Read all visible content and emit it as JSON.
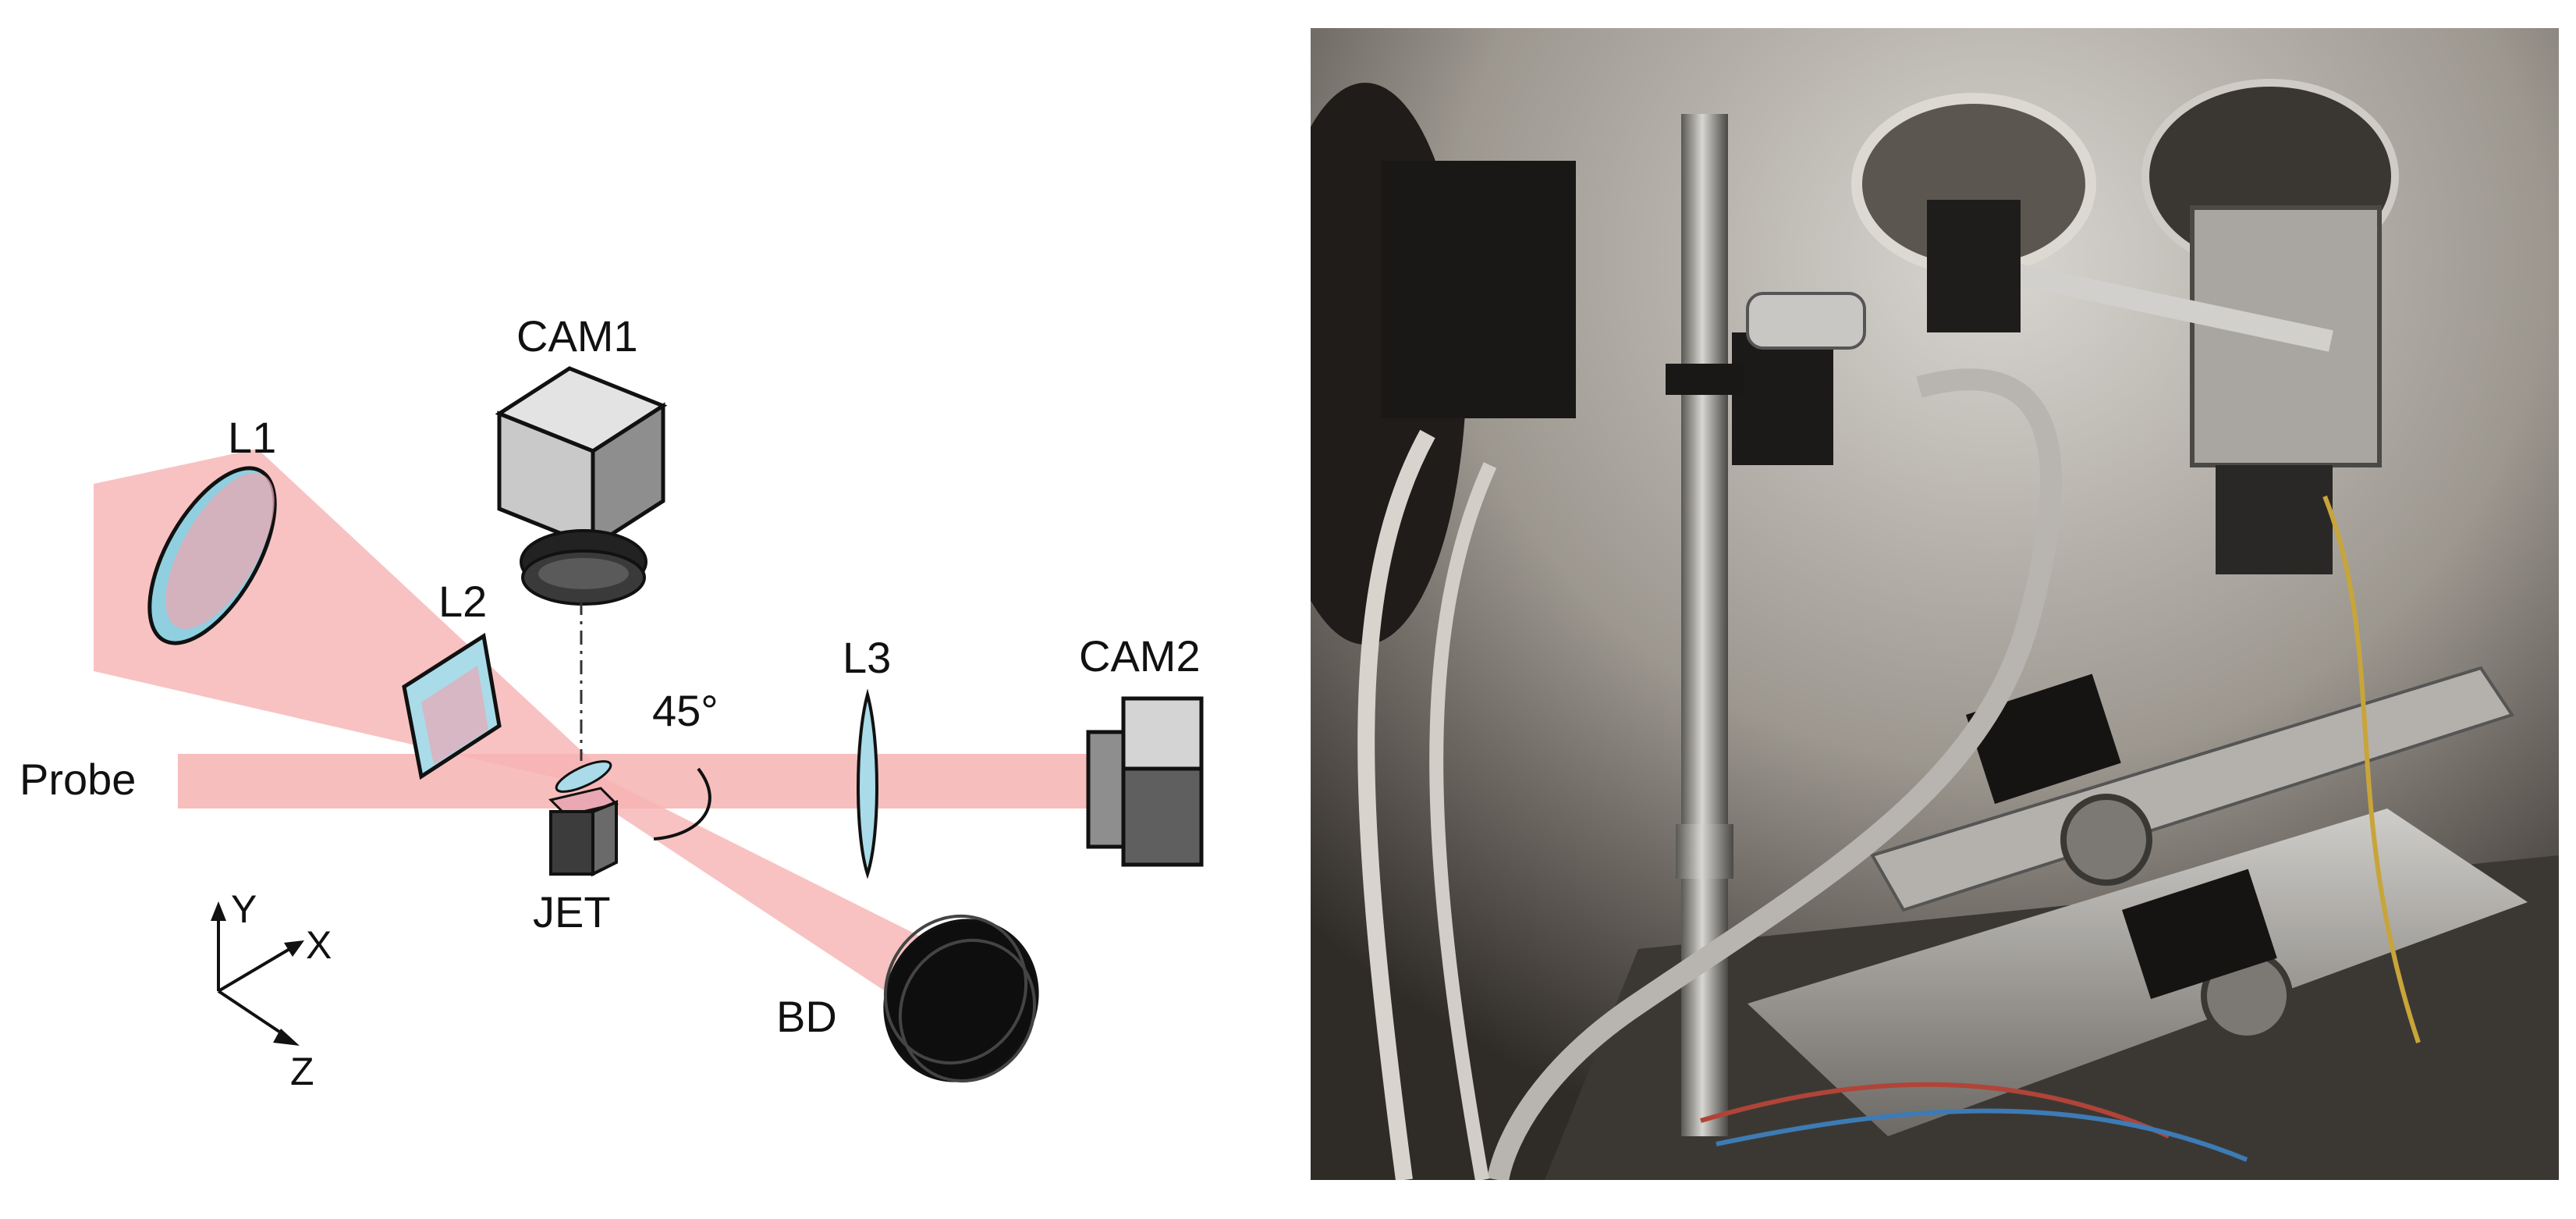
{
  "diagram": {
    "labels": {
      "cam1": "CAM1",
      "cam2": "CAM2",
      "l1": "L1",
      "l2": "L2",
      "l3": "L3",
      "probe": "Probe",
      "jet": "JET",
      "bd": "BD",
      "angle": "45°",
      "axis_y": "Y",
      "axis_x": "X",
      "axis_z": "Z"
    },
    "colors": {
      "beam": "#f6b3b3",
      "lens_glass": "#a9dbe8",
      "camera_light": "#c9c9c9",
      "camera_dark": "#6f6f6f",
      "dump": "#111111"
    }
  },
  "photo": {
    "subject": "experimental vacuum chamber setup",
    "colors": {
      "chamber_wall": "#b7b3ad",
      "shadow": "#2a2723",
      "aluminum": "#c8c6c2"
    }
  }
}
